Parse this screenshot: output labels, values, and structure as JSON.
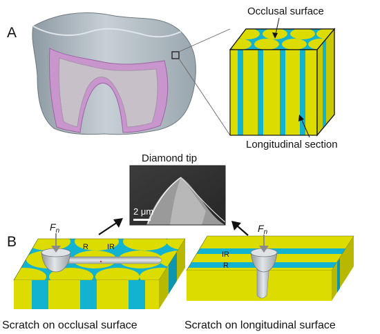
{
  "panel_a": {
    "letter": "A",
    "occlusal_surface_label": "Occlusal surface",
    "longitudinal_section_label": "Longitudinal section"
  },
  "panel_b": {
    "letter": "B",
    "diamond_tip_label": "Diamond tip",
    "scale_bar_label": "2 μm",
    "force_symbol": "F",
    "force_subscript": "n",
    "rod_label": "R",
    "interrod_label": "IR",
    "left_caption": "Scratch on occlusal surface",
    "right_caption": "Scratch on longitudinal surface"
  },
  "colors": {
    "rod_yellow": "#dcdc00",
    "interrod_cyan": "#12b3d0",
    "tooth_gray": "#a8b4bd",
    "dentin_purple": "#c08fc7",
    "tip_gray": "#c8ccd0"
  }
}
